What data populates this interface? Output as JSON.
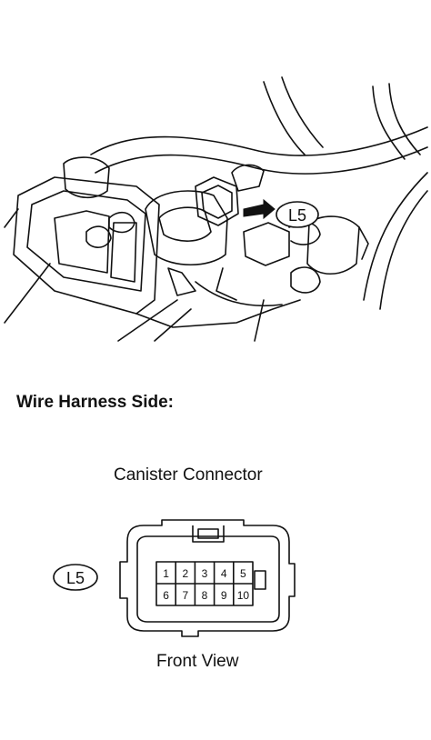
{
  "illustration": {
    "callout_label": "L5"
  },
  "section_title": "Wire Harness Side:",
  "connector": {
    "title": "Canister Connector",
    "callout_label": "L5",
    "pins_top": [
      "1",
      "2",
      "3",
      "4",
      "5"
    ],
    "pins_bottom": [
      "6",
      "7",
      "8",
      "9",
      "10"
    ],
    "view_label": "Front View"
  }
}
